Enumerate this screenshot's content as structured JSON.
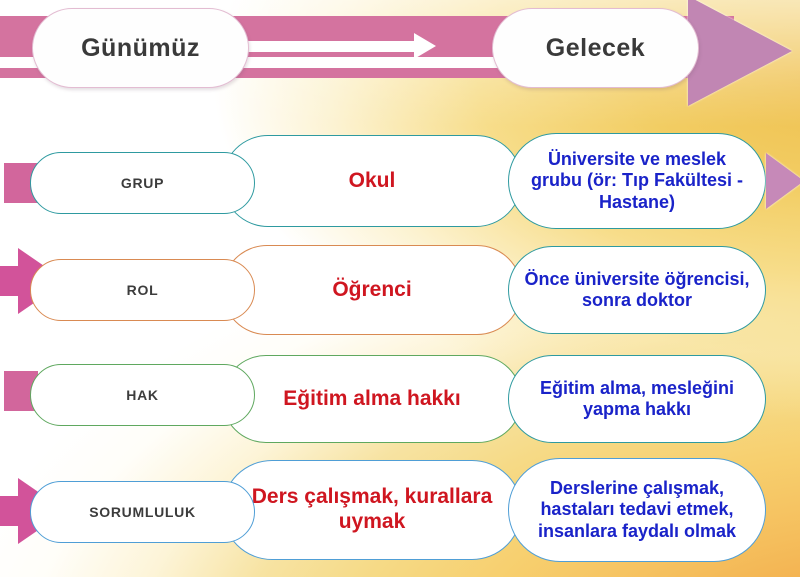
{
  "header": {
    "present_label": "Günümüz",
    "future_label": "Gelecek",
    "arrow_icon": "right-arrow-icon",
    "band_color": "#d4739f",
    "big_arrow_color": "#c186b3"
  },
  "colors": {
    "label_text": "#3c3c3c",
    "present_text": "#cf1620",
    "future_text": "#1a23c9",
    "row1_border": "#2e9aa0",
    "row2_border": "#d98a52",
    "row3_border": "#5fa85f",
    "row4_border": "#4f9ed6",
    "marker_pink": "#d2539a",
    "background_yellow": "#f2cd63",
    "background_orange": "#ef9a3c"
  },
  "rows": [
    {
      "category": "GRUP",
      "present": "Okul",
      "future": "Üniversite ve meslek grubu (ör: Tıp Fakültesi - Hastane)",
      "marker": "stub",
      "has_right_arrow": true
    },
    {
      "category": "ROL",
      "present": "Öğrenci",
      "future": "Önce üniversite öğrencisi, sonra doktor",
      "marker": "arrow",
      "has_right_arrow": false
    },
    {
      "category": "HAK",
      "present": "Eğitim alma hakkı",
      "future": "Eğitim alma, mesleğini yapma hakkı",
      "marker": "stub",
      "has_right_arrow": false
    },
    {
      "category": "SORUMLULUK",
      "present": "Ders çalışmak, kurallara uymak",
      "future": "Derslerine çalışmak, hastaları tedavi etmek, insanlara faydalı olmak",
      "marker": "arrow",
      "has_right_arrow": false
    }
  ]
}
